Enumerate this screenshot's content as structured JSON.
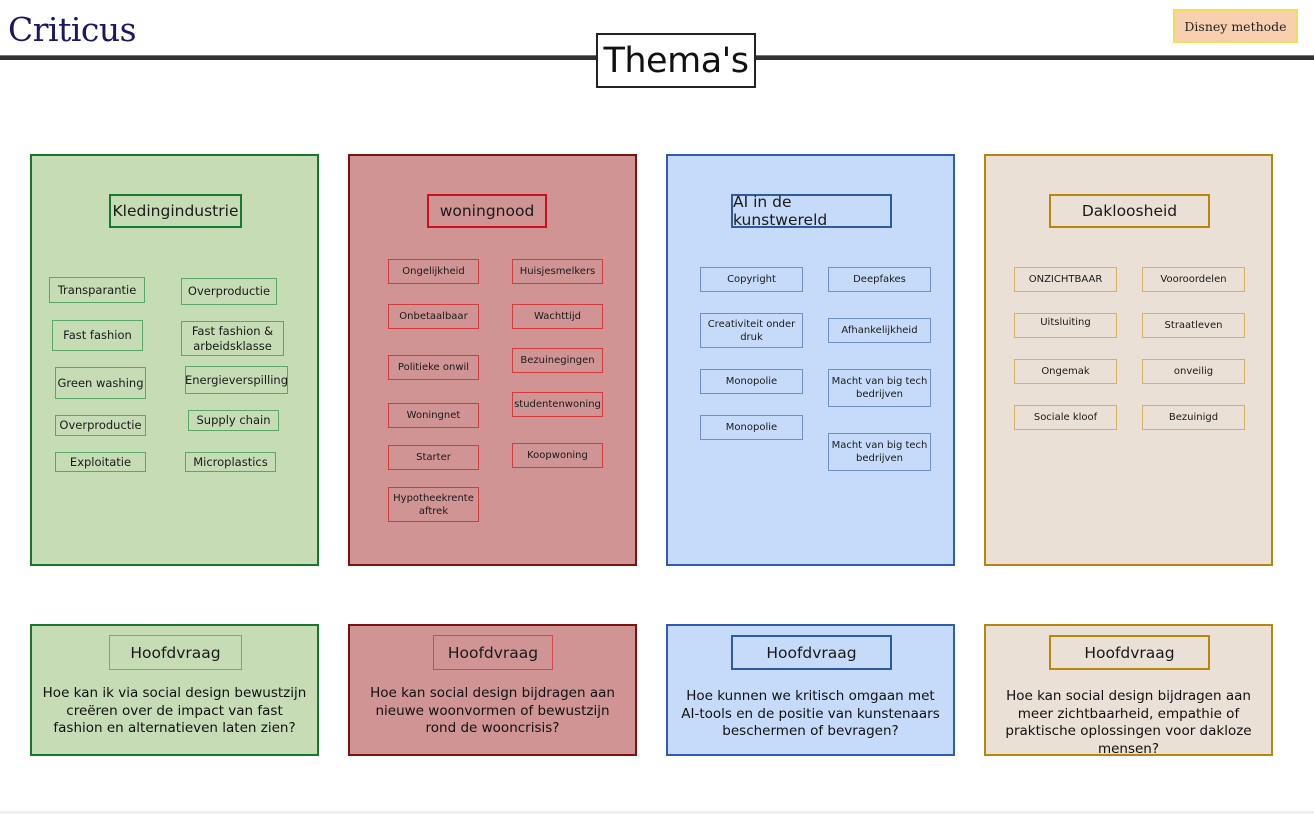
{
  "header": {
    "logo": "Criticus",
    "page_title": "Thema's",
    "disney_button": "Disney methode"
  },
  "themes": [
    {
      "title": "Kledingindustrie",
      "color_scheme": "green",
      "tags": [
        "Transparantie",
        "Overproductie",
        "Fast fashion",
        "Fast fashion & arbeidsklasse",
        "Green washing",
        "Energieverspilling",
        "Overproductie",
        "Supply chain",
        "Exploitatie",
        "Microplastics"
      ]
    },
    {
      "title": "woningnood",
      "color_scheme": "red",
      "tags": [
        "Ongelijkheid",
        "Huisjesmelkers",
        "Onbetaalbaar",
        "Wachttijd",
        "Politieke onwil",
        "Bezuinegingen",
        "Woningnet",
        "studentenwoning",
        "Starter",
        "Koopwoning",
        "Hypotheekrente aftrek"
      ]
    },
    {
      "title": "AI in de kunstwereld",
      "color_scheme": "blue",
      "tags": [
        "Copyright",
        "Deepfakes",
        "Creativiteit onder druk",
        "Afhankelijkheid",
        "Monopolie",
        "Macht van big tech bedrijven",
        "Monopolie",
        "Macht van big tech bedrijven"
      ]
    },
    {
      "title": "Dakloosheid",
      "color_scheme": "beige",
      "tags": [
        "ONZICHTBAAR",
        "Vooroordelen",
        "Uitsluiting",
        "Straatleven",
        "Ongemak",
        "onveilig",
        "Sociale kloof",
        "Bezuinigd"
      ]
    }
  ],
  "questions": [
    {
      "title": "Hoofdvraag",
      "text": "Hoe kan ik via social design bewustzijn creëren over de impact van fast fashion en alternatieven laten zien?"
    },
    {
      "title": "Hoofdvraag",
      "text": "Hoe kan social design bijdragen aan nieuwe woonvormen of bewustzijn rond de wooncrisis?"
    },
    {
      "title": "Hoofdvraag",
      "text": "Hoe kunnen we kritisch omgaan met AI-tools en de positie van kunstenaars beschermen of bevragen?"
    },
    {
      "title": "Hoofdvraag",
      "text": "Hoe kan social design bijdragen aan meer zichtbaarheid, empathie of praktische oplossingen voor dakloze mensen?"
    }
  ],
  "colors": {
    "logo": "#1c1760",
    "green_bg": "#c5dcb5",
    "green_border": "#15782c",
    "red_bg": "#d19494",
    "red_border": "#7e1010",
    "blue_bg": "#c6dbfa",
    "blue_border": "#2f5bb0",
    "beige_bg": "#eae0d6",
    "beige_border": "#b8860b",
    "disney_bg": "#f7d0b0",
    "disney_border": "#f5dd56"
  }
}
